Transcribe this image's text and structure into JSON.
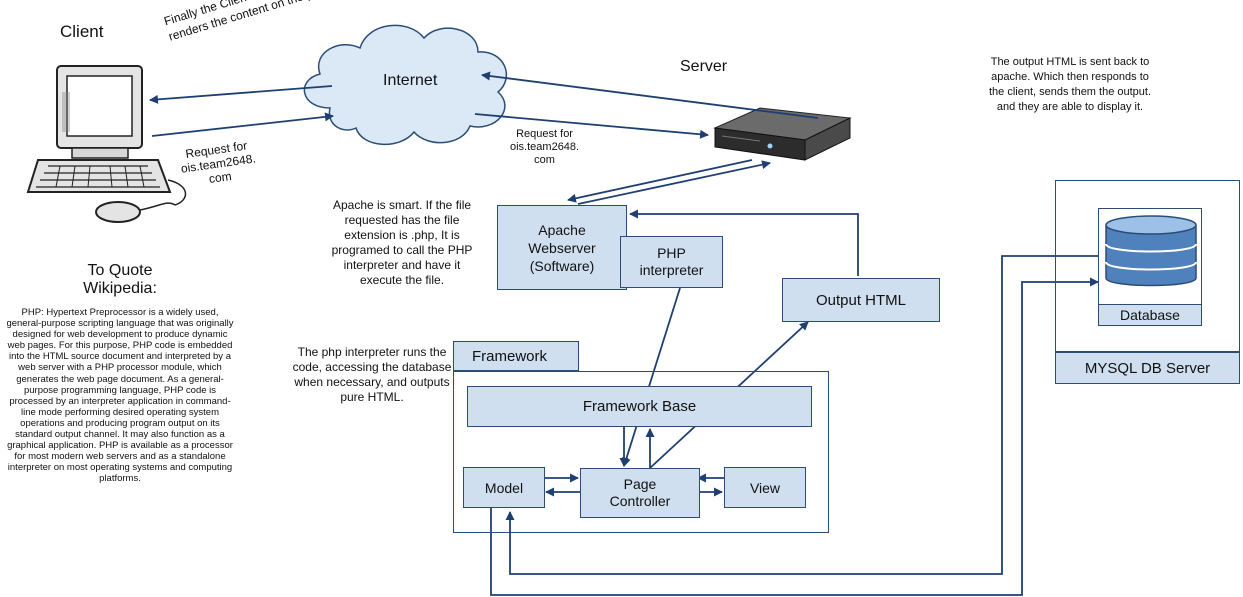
{
  "labels": {
    "client": "Client",
    "server": "Server",
    "internet": "Internet",
    "finally": "Finally the Client's  web browser\nrenders the content on the page.",
    "request_left": "Request for\nois.team2648.\ncom",
    "request_right": "Request for\nois.team2648.\ncom",
    "output_note": "The output HTML is sent back to\napache. Which then responds to\nthe client, sends  them the output.\nand they are able to display it.",
    "apache_note": "Apache is smart. If the file\nrequested has the file\nextension is .php, It is\nprogramed to call the PHP\ninterpreter and have it\nexecute the file.",
    "php_note": "The php interpreter runs the\ncode, accessing the database\nwhen necessary, and outputs\npure HTML.",
    "wiki_title": "To Quote\nWikipedia:",
    "wiki_text": "PHP: Hypertext Preprocessor is a widely used, general-purpose scripting language that was originally designed for web development to produce dynamic web pages. For this purpose, PHP code is embedded into the HTML source document and interpreted by a web server with a PHP processor module, which generates the web page document. As a general-purpose programming language, PHP code is processed by an interpreter application in command-line mode performing desired operating system operations and producing program output on its standard output channel. It may also function as a graphical application. PHP is available as a processor for most modern web servers and as a standalone interpreter on most operating systems and computing platforms."
  },
  "boxes": {
    "apache": "Apache\nWebserver\n(Software)",
    "php": "PHP\ninterpreter",
    "output_html": "Output HTML",
    "framework": "Framework",
    "framework_base": "Framework Base",
    "model": "Model",
    "page_controller": "Page\nController",
    "view": "View",
    "database": "Database",
    "mysql": "MYSQL DB Server"
  },
  "colors": {
    "box_fill": "#cfdff0",
    "box_border": "#2b4c73",
    "arrow": "#1f3f73",
    "cloud_fill": "#dbe9f7"
  },
  "icons": [
    "computer-icon",
    "cloud-icon",
    "server-rack-icon",
    "database-icon"
  ]
}
